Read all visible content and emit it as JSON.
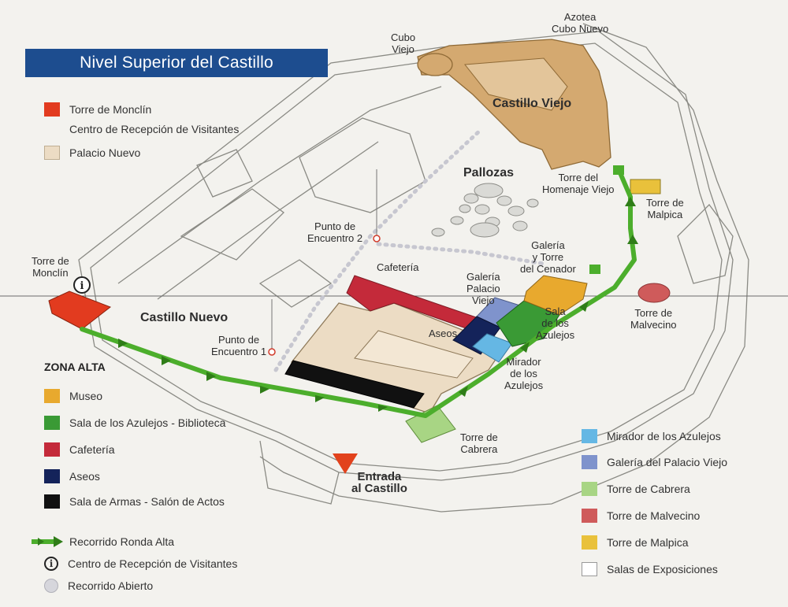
{
  "map": {
    "title": "Nivel Superior del Castillo",
    "top_legend": {
      "torre_moncin_label": "Torre de Monclín",
      "centro_label": "Centro de Recepción de Visitantes",
      "palacio_nuevo_label": "Palacio Nuevo",
      "torre_moncin_color": "#e23b1f",
      "palacio_nuevo_color": "#ecdcc4"
    },
    "zona_alta": {
      "title": "ZONA ALTA",
      "items": [
        {
          "label": "Museo",
          "color": "#e8a92e"
        },
        {
          "label": "Sala de los Azulejos - Biblioteca",
          "color": "#3a9a35"
        },
        {
          "label": "Cafetería",
          "color": "#c42a3a"
        },
        {
          "label": "Aseos",
          "color": "#14235a"
        },
        {
          "label": "Sala de Armas - Salón de Actos",
          "color": "#111111"
        }
      ]
    },
    "bottom_legend": {
      "recorrido_ronda_alta": "Recorrido Ronda Alta",
      "centro_recepcion": "Centro de Recepción de Visitantes",
      "recorrido_abierto": "Recorrido Abierto",
      "route_color": "#4cae2c",
      "open_route_color": "#d0d0d8"
    },
    "right_legend": [
      {
        "label": "Mirador de los Azulejos",
        "color": "#65b7e4"
      },
      {
        "label": "Galería del Palacio Viejo",
        "color": "#7f93cc"
      },
      {
        "label": "Torre de Cabrera",
        "color": "#a8d584"
      },
      {
        "label": "Torre de Malvecino",
        "color": "#cf5b5b"
      },
      {
        "label": "Torre de Malpica",
        "color": "#e9c13b"
      },
      {
        "label": "Salas de Exposiciones",
        "color": "#ffffff"
      }
    ],
    "labels": {
      "azotea_cubo_nuevo": "Azotea\nCubo Nuevo",
      "cubo_viejo": "Cubo\nViejo",
      "castillo_viejo": "Castillo Viejo",
      "pallozas": "Pallozas",
      "torre_homenaje_viejo": "Torre del\nHomenaje Viejo",
      "torre_malpica": "Torre de\nMalpica",
      "punto_encuentro_2": "Punto de\nEncuentro 2",
      "galeria_torre_cenador": "Galería\ny Torre\ndel Cenador",
      "torre_moncin": "Torre de\nMonclín",
      "cafeteria": "Cafetería",
      "galeria_palacio_viejo": "Galería\nPalacio\nViejo",
      "castillo_nuevo": "Castillo Nuevo",
      "sala_azulejos": "Sala\nde los\nAzulejos",
      "torre_malvecino": "Torre de\nMalvecino",
      "aseos": "Aseos",
      "punto_encuentro_1": "Punto de\nEncuentro 1",
      "mirador_azulejos": "Mirador\nde los\nAzulejos",
      "torre_cabrera": "Torre de\nCabrera",
      "entrada": "Entrada\nal Castillo"
    }
  }
}
